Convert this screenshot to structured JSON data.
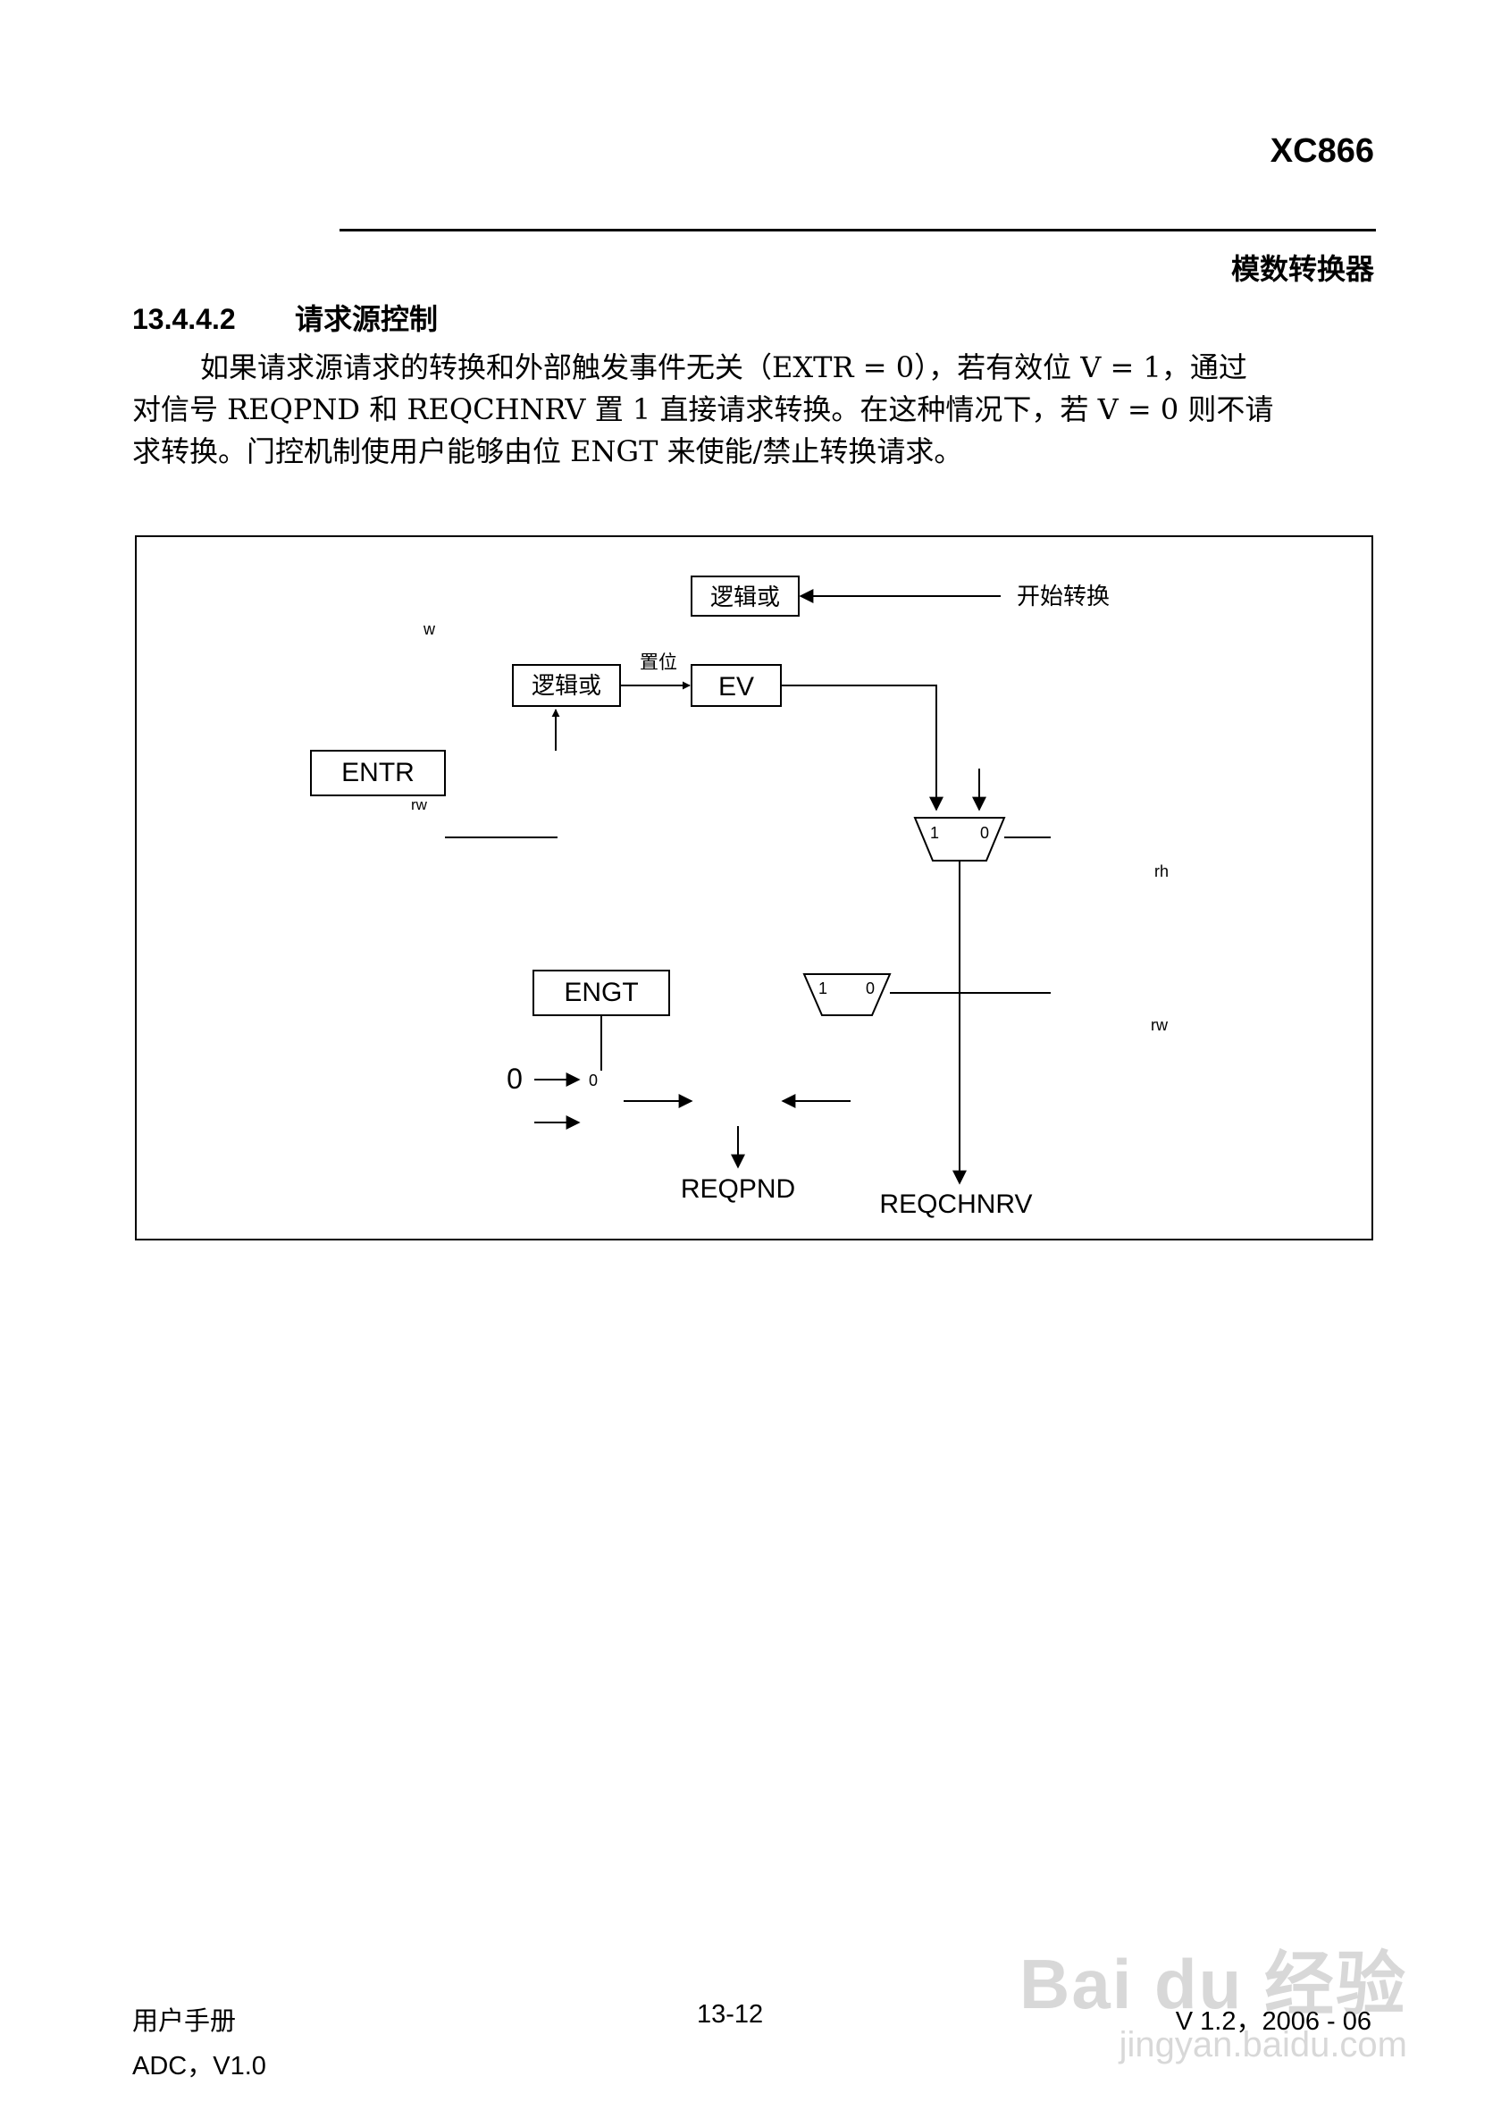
{
  "header": {
    "chip": "XC866",
    "chapter": "模数转换器"
  },
  "section": {
    "number": "13.4.4.2",
    "title": "请求源控制"
  },
  "body": {
    "line1": "如果请求源请求的转换和外部触发事件无关（EXTR = 0），若有效位 V = 1，通过",
    "line2": "对信号 REQPND 和 REQCHNRV 置 1 直接请求转换。在这种情况下，若 V = 0 则不请",
    "line3": "求转换。门控机制使用户能够由位 ENGT 来使能/禁止转换请求。"
  },
  "diagram": {
    "or_top": "逻辑或",
    "start_conversion": "开始转换",
    "w_label": "w",
    "or_mid": "逻辑或",
    "set_label": "置位",
    "ev": "EV",
    "entr": "ENTR",
    "rw_entr": "rw",
    "mux1_one": "1",
    "mux1_zero": "0",
    "rh_label": "rh",
    "engt": "ENGT",
    "mux2_one": "1",
    "mux2_zero": "0",
    "rw_label": "rw",
    "zero_input": "0",
    "zero_small": "0",
    "reqpnd": "REQPND",
    "reqchnrv": "REQCHNRV"
  },
  "footer": {
    "manual": "用户手册",
    "module": "ADC，V1.0",
    "page": "13-12",
    "version": "V 1.2，2006 - 06"
  },
  "watermark": {
    "main": "Bai du 经验",
    "sub": "jingyan.baidu.com"
  }
}
